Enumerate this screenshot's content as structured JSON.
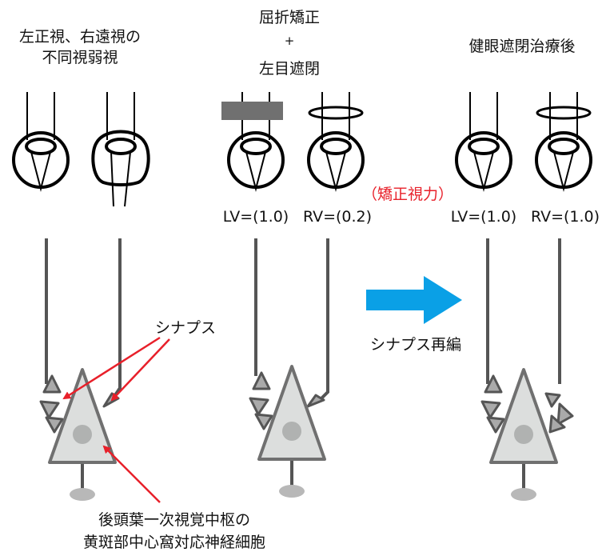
{
  "panel1": {
    "title_line1": "左正視、右遠視の",
    "title_line2": "不同視弱視"
  },
  "panel2": {
    "title_line1": "屈折矯正",
    "title_line2": "+",
    "title_line3": "左目遮閉",
    "lv": "LV=(1.0)",
    "rv": "RV=(0.2)"
  },
  "panel3": {
    "title": "健眼遮閉治療後",
    "lv": "LV=(1.0)",
    "rv": "RV=(1.0)"
  },
  "corrected_va_note": "（矯正視力）",
  "synapse_label": "シナプス",
  "reorganization_label": "シナプス再編",
  "neuron_label_line1": "後頭葉一次視覚中枢の",
  "neuron_label_line2": "黄斑部中心窩対応神経細胞",
  "colors": {
    "arrow_blue": "#0aa0e6",
    "annotation_red": "#e8202a",
    "occluder_gray": "#707070"
  }
}
